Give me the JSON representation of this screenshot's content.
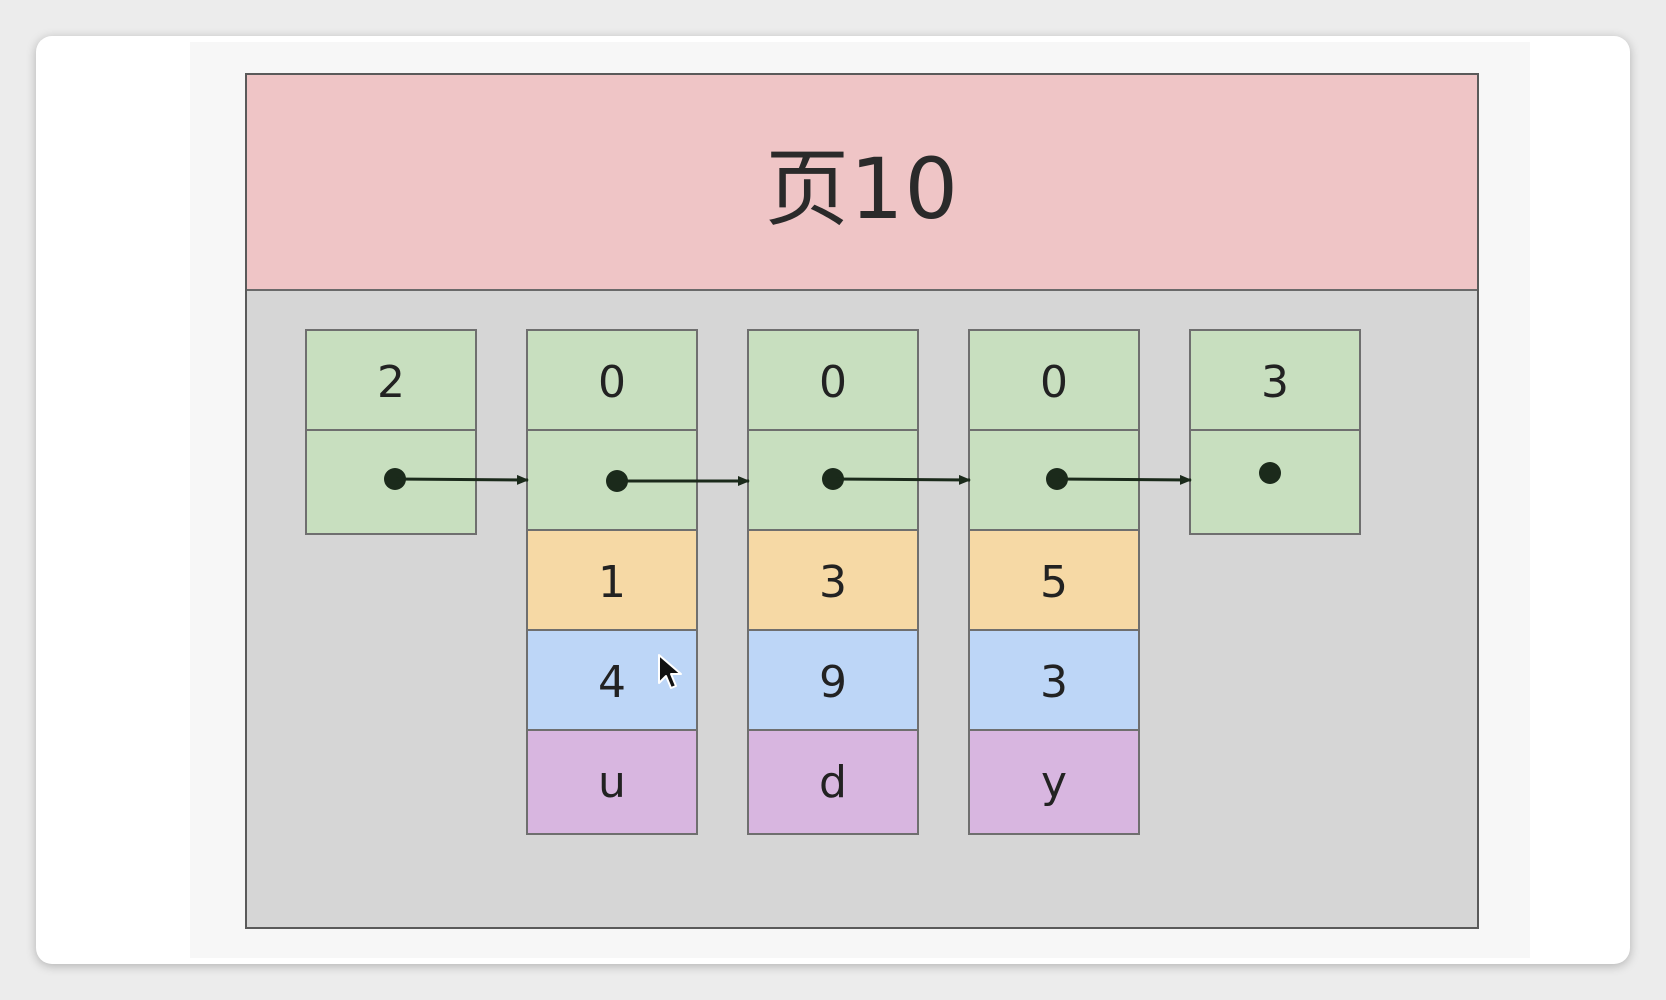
{
  "page": {
    "title": "页10"
  },
  "records": [
    {
      "n_owned": "2",
      "key": "",
      "value1": "",
      "value2": "",
      "type": "infimum"
    },
    {
      "n_owned": "0",
      "key": "1",
      "value1": "4",
      "value2": "u",
      "type": "user"
    },
    {
      "n_owned": "0",
      "key": "3",
      "value1": "9",
      "value2": "d",
      "type": "user"
    },
    {
      "n_owned": "0",
      "key": "5",
      "value1": "3",
      "value2": "y",
      "type": "user"
    },
    {
      "n_owned": "3",
      "key": "",
      "value1": "",
      "value2": "",
      "type": "supremum"
    }
  ],
  "colors": {
    "header": "#efc5c6",
    "body": "#d6d6d6",
    "green": "#c8dfbf",
    "orange": "#f6d9a5",
    "blue": "#bdd6f7",
    "purple": "#d8b6e0",
    "arrow": "#1b2a1b"
  }
}
